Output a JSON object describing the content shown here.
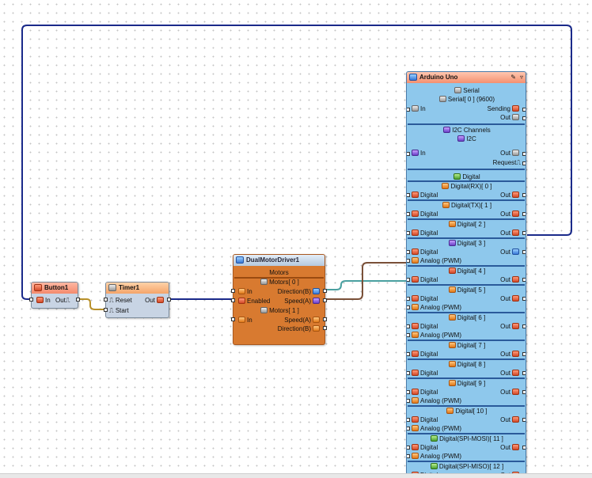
{
  "button": {
    "title": "Button1",
    "in_label": "In",
    "out_label": "Out"
  },
  "timer": {
    "title": "Timer1",
    "reset_label": "Reset",
    "start_label": "Start",
    "out_label": "Out"
  },
  "motor": {
    "title": "DualMotorDriver1",
    "group": "Motors",
    "m0_title": "Motors[ 0 ]",
    "m0_in": "In",
    "m0_enabled": "Enabled",
    "m0_direction": "Direction(B)",
    "m0_speed": "Speed(A)",
    "m1_title": "Motors[ 1 ]",
    "m1_in": "In",
    "m1_speed": "Speed(A)",
    "m1_direction": "Direction(B)"
  },
  "arduino": {
    "title": "Arduino Uno",
    "serial_header": "Serial",
    "serial_sub": "Serial[ 0 ] (9600)",
    "serial_in": "In",
    "serial_sending": "Sending",
    "serial_out": "Out",
    "i2c_header": "I2C Channels",
    "i2c_sub": "I2C",
    "i2c_in": "In",
    "i2c_out": "Out",
    "i2c_request": "Request",
    "digital_header": "Digital",
    "pins": [
      {
        "title": "Digital(RX)[ 0 ]",
        "rows": [
          "Digital"
        ]
      },
      {
        "title": "Digital(TX)[ 1 ]",
        "rows": [
          "Digital"
        ]
      },
      {
        "title": "Digital[ 2 ]",
        "rows": [
          "Digital"
        ]
      },
      {
        "title": "Digital[ 3 ]",
        "rows": [
          "Digital",
          "Analog (PWM)"
        ]
      },
      {
        "title": "Digital[ 4 ]",
        "rows": [
          "Digital"
        ]
      },
      {
        "title": "Digital[ 5 ]",
        "rows": [
          "Digital",
          "Analog (PWM)"
        ]
      },
      {
        "title": "Digital[ 6 ]",
        "rows": [
          "Digital",
          "Analog (PWM)"
        ]
      },
      {
        "title": "Digital[ 7 ]",
        "rows": [
          "Digital"
        ]
      },
      {
        "title": "Digital[ 8 ]",
        "rows": [
          "Digital"
        ]
      },
      {
        "title": "Digital[ 9 ]",
        "rows": [
          "Digital",
          "Analog (PWM)"
        ]
      },
      {
        "title": "Digital[ 10 ]",
        "rows": [
          "Digital",
          "Analog (PWM)"
        ]
      },
      {
        "title": "Digital(SPI-MOSI)[ 11 ]",
        "rows": [
          "Digital",
          "Analog (PWM)"
        ]
      },
      {
        "title": "Digital(SPI-MISO)[ 12 ]",
        "rows": [
          "Digital"
        ]
      }
    ],
    "out_label": "Out"
  },
  "colors": {
    "wire_blue": "#1a2a8a",
    "wire_teal": "#4aa0a0",
    "wire_brown": "#7a5038",
    "wire_gold": "#b8902a"
  }
}
